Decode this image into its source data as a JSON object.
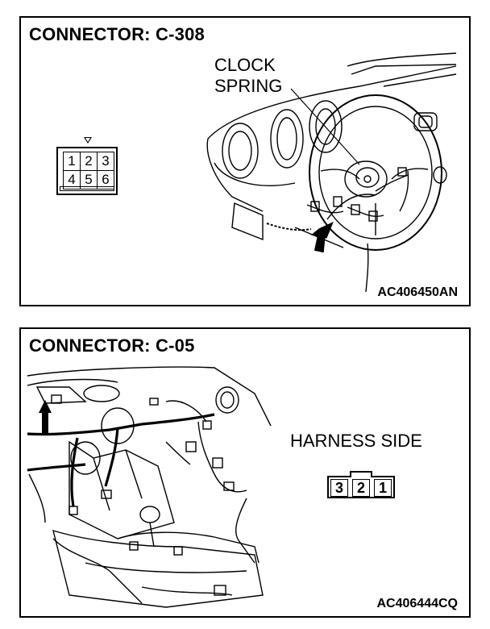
{
  "panel_top": {
    "title": "CONNECTOR: C-308",
    "callout": [
      "CLOCK",
      "SPRING"
    ],
    "pins": [
      "1",
      "2",
      "3",
      "4",
      "5",
      "6"
    ],
    "code": "AC406450AN"
  },
  "panel_bottom": {
    "title": "CONNECTOR: C-05",
    "side_label": "HARNESS SIDE",
    "pins": [
      "3",
      "2",
      "1"
    ],
    "code": "AC406444CQ"
  }
}
